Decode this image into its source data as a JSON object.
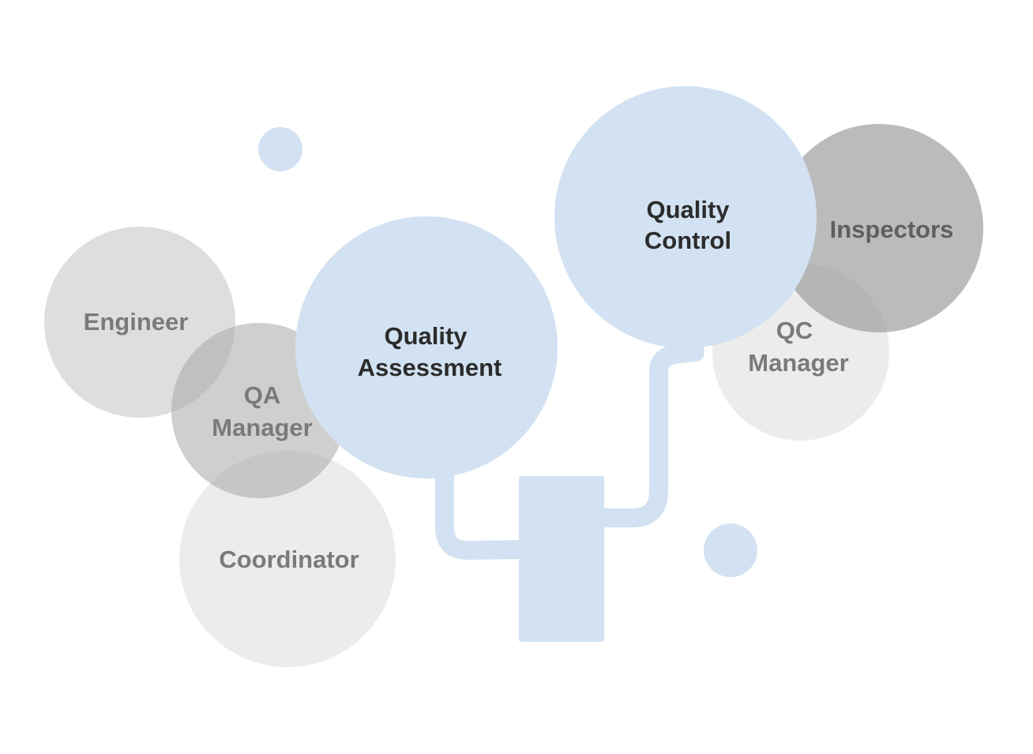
{
  "diagram": {
    "colors": {
      "blue": "#d2e2f2",
      "gray_light": "#ececec",
      "gray_mid": "#d9d9d9",
      "gray_dark": "#bdbdbd",
      "text_dark": "#2b2b2b",
      "text_gray": "#7a7a7a"
    },
    "nodes": {
      "quality_assessment": {
        "line1": "Quality",
        "line2": "Assessment"
      },
      "quality_control": {
        "line1": "Quality",
        "line2": "Control"
      },
      "engineer": {
        "label": "Engineer"
      },
      "qa_manager": {
        "line1": "QA",
        "line2": "Manager"
      },
      "coordinator": {
        "label": "Coordinator"
      },
      "inspectors": {
        "label": "Inspectors"
      },
      "qc_manager": {
        "line1": "QC",
        "line2": "Manager"
      }
    }
  }
}
